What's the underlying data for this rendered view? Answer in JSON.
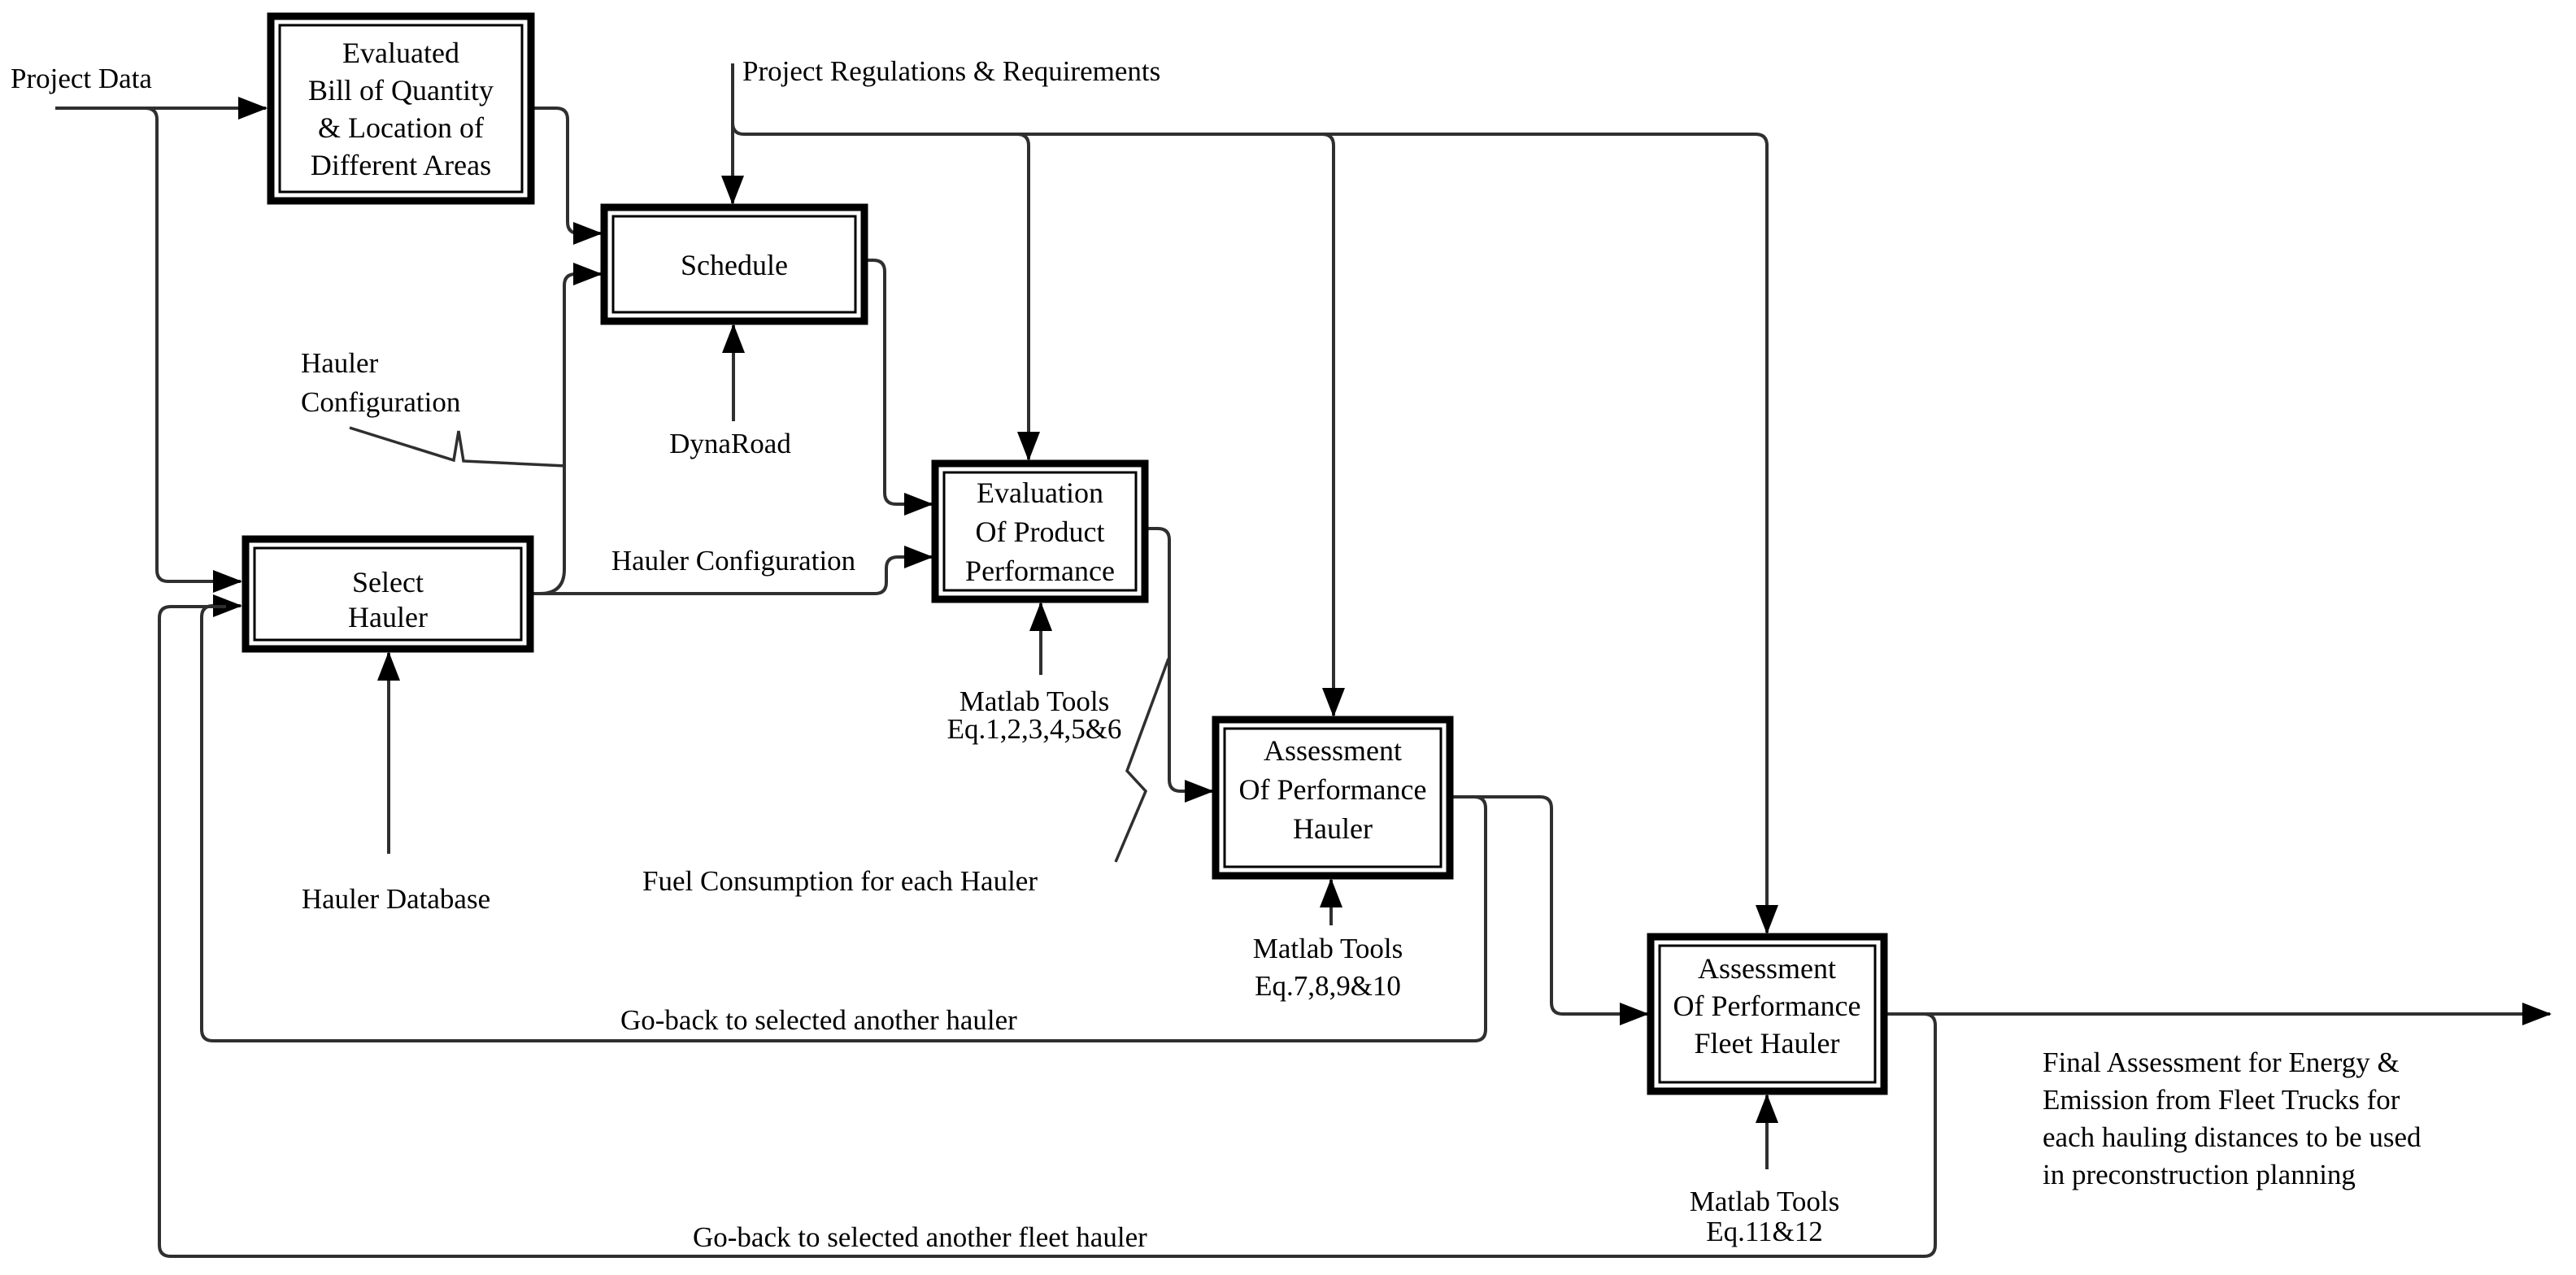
{
  "diagram": {
    "background": "#ffffff",
    "line_color": "#2f2f2f",
    "arrow_color": "#000000",
    "box_border_color": "#000000",
    "text_color": "#000000"
  },
  "boxes": {
    "evaluated_bill": {
      "lines": [
        "Evaluated",
        "Bill of Quantity",
        "& Location of",
        "Different Areas"
      ]
    },
    "schedule": {
      "lines": [
        "Schedule"
      ]
    },
    "select_hauler": {
      "lines": [
        "Select",
        "Hauler"
      ]
    },
    "evaluation_product": {
      "lines": [
        "Evaluation",
        "Of Product",
        "Performance"
      ]
    },
    "assessment_hauler": {
      "lines": [
        "Assessment",
        "Of Performance",
        "Hauler"
      ]
    },
    "assessment_fleet": {
      "lines": [
        "Assessment",
        "Of Performance",
        "Fleet Hauler"
      ]
    }
  },
  "annotations": {
    "project_data": "Project Data",
    "project_regulations": "Project Regulations & Requirements",
    "hauler_configuration_callout": [
      "Hauler",
      "Configuration"
    ],
    "dynaroad": "DynaRoad",
    "hauler_configuration_inline": "Hauler Configuration",
    "hauler_database": "Hauler Database",
    "matlab_tools_evaluation": [
      "Matlab Tools",
      "Eq.1,2,3,4,5&6"
    ],
    "fuel_consumption": "Fuel Consumption for each Hauler",
    "matlab_tools_hauler": [
      "Matlab Tools",
      "Eq.7,8,9&10"
    ],
    "go_back_hauler": "Go-back to selected another hauler",
    "matlab_tools_fleet": [
      "Matlab Tools",
      "Eq.11&12"
    ],
    "go_back_fleet": "Go-back to selected another fleet hauler",
    "final_output": [
      "Final Assessment for Energy &",
      "Emission from Fleet Trucks for",
      "each hauling distances to be used",
      "in preconstruction planning"
    ]
  }
}
